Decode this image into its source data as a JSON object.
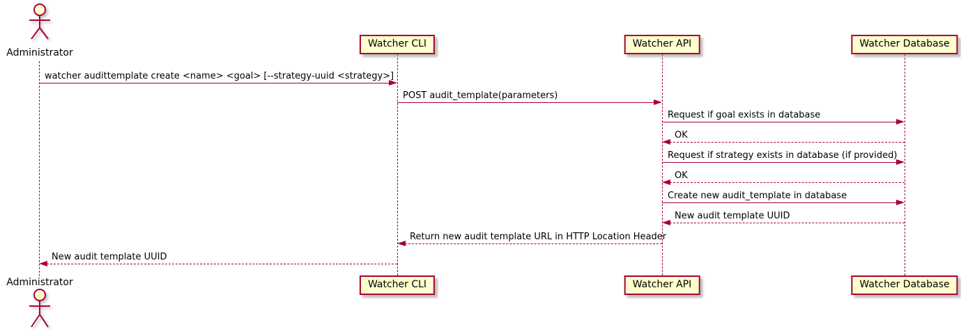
{
  "diagram": {
    "type": "sequence",
    "actor": {
      "label": "Administrator"
    },
    "participants": [
      {
        "id": "cli",
        "label": "Watcher CLI"
      },
      {
        "id": "api",
        "label": "Watcher API"
      },
      {
        "id": "db",
        "label": "Watcher Database"
      }
    ],
    "messages": [
      {
        "text": "watcher audittemplate create <name> <goal> [--strategy-uuid <strategy>]",
        "from": "admin",
        "to": "cli",
        "line": "solid"
      },
      {
        "text": "POST audit_template(parameters)",
        "from": "cli",
        "to": "api",
        "line": "solid"
      },
      {
        "text": "Request if goal exists in database",
        "from": "api",
        "to": "db",
        "line": "solid"
      },
      {
        "text": "OK",
        "from": "db",
        "to": "api",
        "line": "dashed"
      },
      {
        "text": "Request if strategy exists in database (if provided)",
        "from": "api",
        "to": "db",
        "line": "solid"
      },
      {
        "text": "OK",
        "from": "db",
        "to": "api",
        "line": "dashed"
      },
      {
        "text": "Create new audit_template in database",
        "from": "api",
        "to": "db",
        "line": "solid"
      },
      {
        "text": "New audit template UUID",
        "from": "db",
        "to": "api",
        "line": "dashed"
      },
      {
        "text": "Return new audit template URL in HTTP Location Header",
        "from": "api",
        "to": "cli",
        "line": "dashed"
      },
      {
        "text": "New audit template UUID",
        "from": "cli",
        "to": "admin",
        "line": "dashed"
      }
    ],
    "colors": {
      "participant_fill": "#FEFECE",
      "border": "#A80036",
      "arrow": "#A80036",
      "lifeline": "#A80036",
      "text": "#000000"
    }
  }
}
